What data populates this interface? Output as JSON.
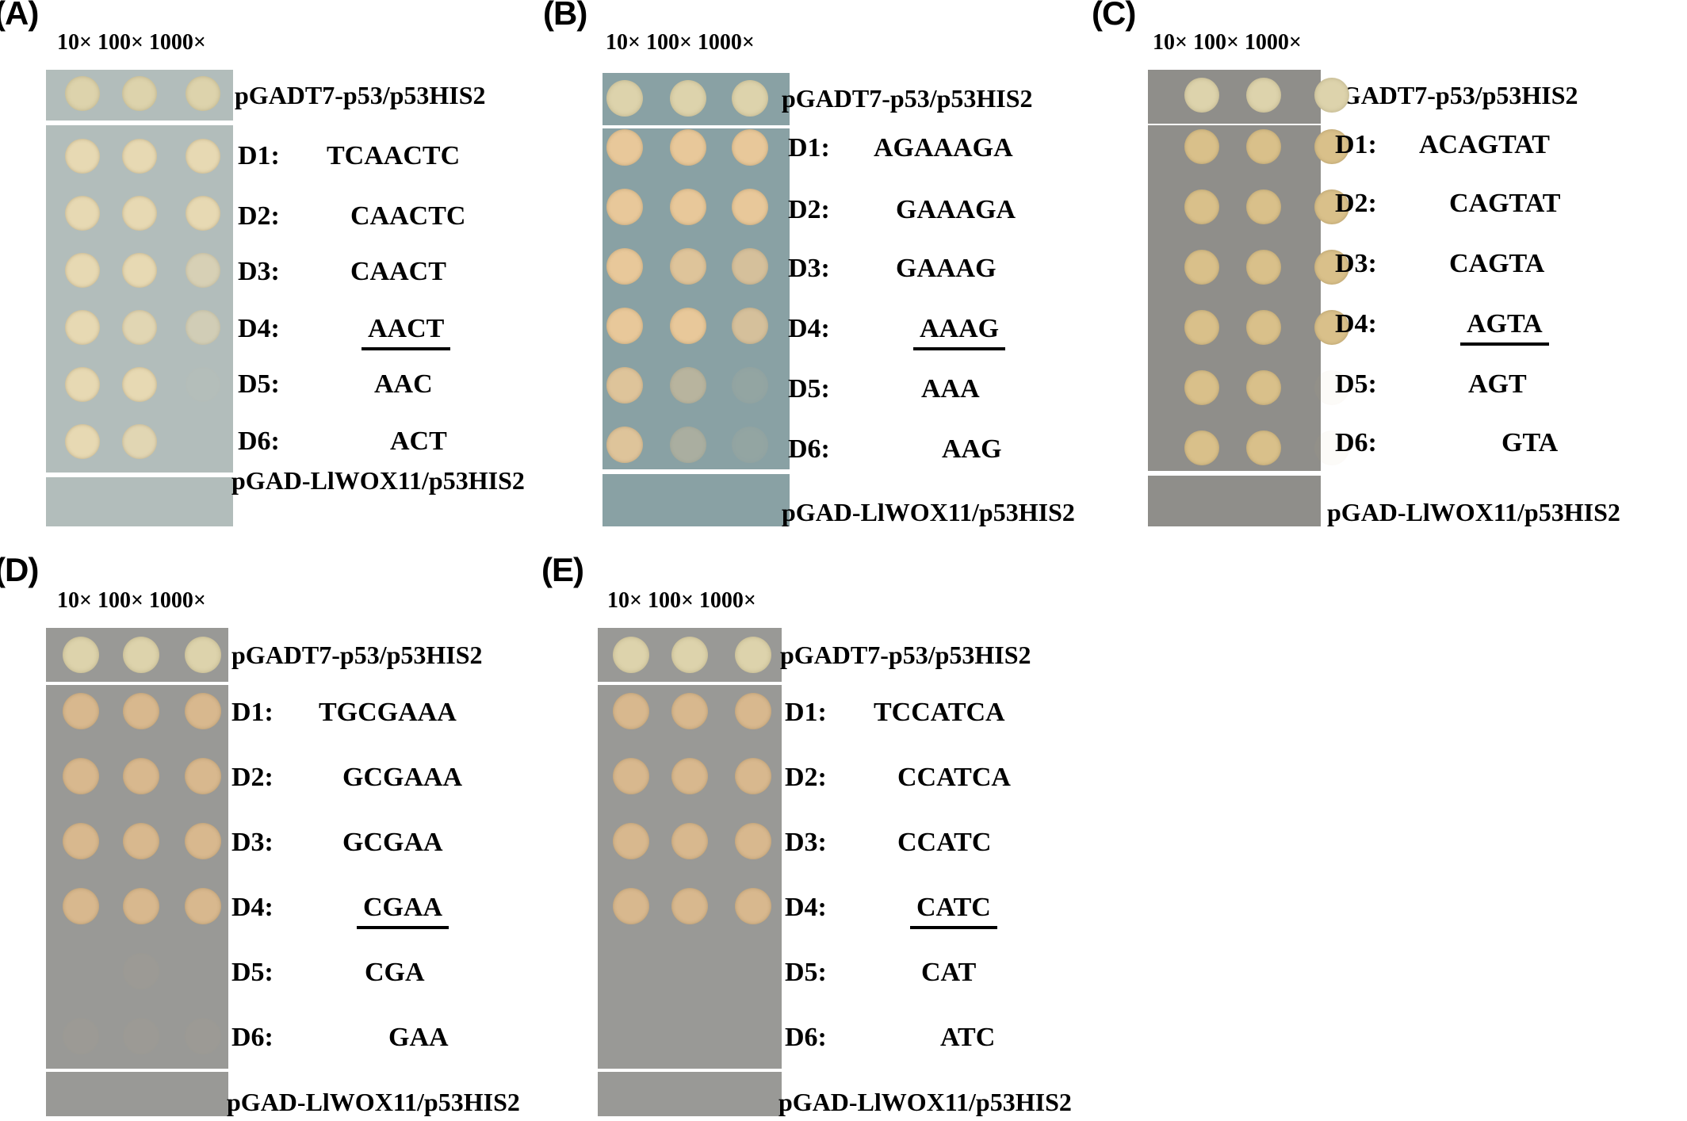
{
  "dilution_header": "10× 100× 1000×",
  "positive_control": "pGADT7-p53/p53HIS2",
  "negative_control": "pGAD-LlWOX11/p53HIS2",
  "panels": [
    {
      "label": "(A)",
      "plate_color": "#b2bdbb",
      "rows": [
        {
          "id": "D1:",
          "seq": "TCAACTC",
          "growth": [
            1,
            1,
            1
          ]
        },
        {
          "id": "D2:",
          "seq": "CAACTC",
          "growth": [
            1,
            1,
            1
          ]
        },
        {
          "id": "D3:",
          "seq": "CAACT",
          "growth": [
            1,
            1,
            0.7
          ]
        },
        {
          "id": "D4:",
          "seq": "AACT",
          "growth": [
            1,
            0.9,
            0.6
          ],
          "underline": true
        },
        {
          "id": "D5:",
          "seq": "AAC",
          "growth": [
            1,
            1,
            0.05
          ]
        },
        {
          "id": "D6:",
          "seq": "ACT",
          "growth": [
            1,
            0.9,
            0
          ]
        }
      ]
    },
    {
      "label": "(B)",
      "plate_color": "#89a1a4",
      "rows": [
        {
          "id": "D1:",
          "seq": "AGAAAGA",
          "growth": [
            1,
            1,
            1
          ]
        },
        {
          "id": "D2:",
          "seq": "GAAAGA",
          "growth": [
            1,
            1,
            1
          ]
        },
        {
          "id": "D3:",
          "seq": "GAAAG",
          "growth": [
            1,
            0.9,
            0.8
          ]
        },
        {
          "id": "D4:",
          "seq": "AAAG",
          "growth": [
            1,
            1,
            0.8
          ],
          "underline": true
        },
        {
          "id": "D5:",
          "seq": "AAA",
          "growth": [
            0.9,
            0.5,
            0.1
          ]
        },
        {
          "id": "D6:",
          "seq": "AAG",
          "growth": [
            0.9,
            0.35,
            0.1
          ]
        }
      ]
    },
    {
      "label": "(C)",
      "plate_color": "#8f8e8a",
      "rows": [
        {
          "id": "D1:",
          "seq": "ACAGTAT",
          "growth": [
            1,
            1,
            1
          ]
        },
        {
          "id": "D2:",
          "seq": "CAGTAT",
          "growth": [
            1,
            1,
            1
          ]
        },
        {
          "id": "D3:",
          "seq": "CAGTA",
          "growth": [
            1,
            1,
            1
          ]
        },
        {
          "id": "D4:",
          "seq": "AGTA",
          "growth": [
            1,
            1,
            1
          ],
          "underline": true
        },
        {
          "id": "D5:",
          "seq": "AGT",
          "growth": [
            1,
            1,
            0.05
          ]
        },
        {
          "id": "D6:",
          "seq": "GTA",
          "growth": [
            1,
            1,
            0.05
          ]
        }
      ]
    },
    {
      "label": "(D)",
      "plate_color": "#999996",
      "rows": [
        {
          "id": "D1:",
          "seq": "TGCGAAA",
          "growth": [
            1,
            1,
            1
          ]
        },
        {
          "id": "D2:",
          "seq": "GCGAAA",
          "growth": [
            1,
            1,
            1
          ]
        },
        {
          "id": "D3:",
          "seq": "GCGAA",
          "growth": [
            1,
            1,
            1
          ]
        },
        {
          "id": "D4:",
          "seq": "CGAA",
          "growth": [
            1,
            1,
            1
          ],
          "underline": true
        },
        {
          "id": "D5:",
          "seq": "CGA",
          "growth": [
            0,
            0.05,
            0
          ]
        },
        {
          "id": "D6:",
          "seq": "GAA",
          "growth": [
            0.05,
            0.05,
            0.05
          ]
        }
      ]
    },
    {
      "label": "(E)",
      "plate_color": "#999996",
      "rows": [
        {
          "id": "D1:",
          "seq": "TCCATCA",
          "growth": [
            1,
            1,
            1
          ]
        },
        {
          "id": "D2:",
          "seq": "CCATCA",
          "growth": [
            1,
            1,
            1
          ]
        },
        {
          "id": "D3:",
          "seq": "CCATC",
          "growth": [
            1,
            1,
            1
          ]
        },
        {
          "id": "D4:",
          "seq": "CATC",
          "growth": [
            1,
            1,
            1
          ],
          "underline": true
        },
        {
          "id": "D5:",
          "seq": "CAT",
          "growth": [
            0,
            0,
            0
          ]
        },
        {
          "id": "D6:",
          "seq": "ATC",
          "growth": [
            0,
            0,
            0
          ]
        }
      ]
    }
  ]
}
